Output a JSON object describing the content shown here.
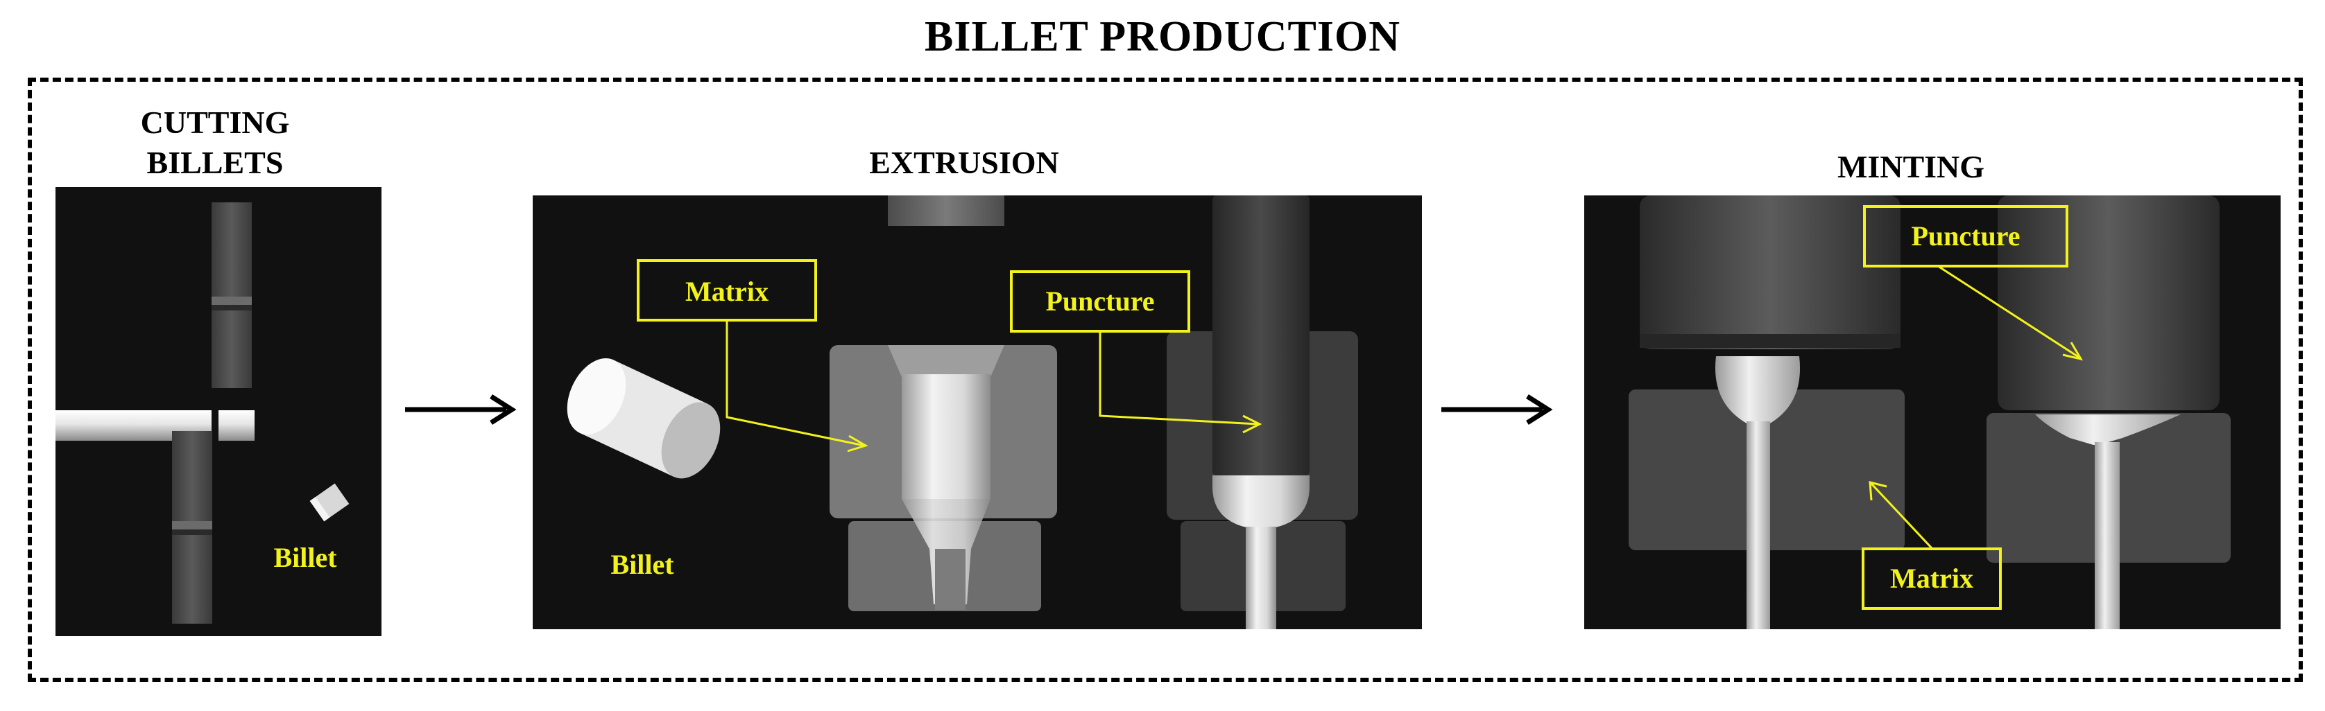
{
  "title": "BILLET PRODUCTION",
  "stages": {
    "cutting": {
      "title_line1": "CUTTING",
      "title_line2": "BILLETS",
      "billet_label": "Billet"
    },
    "extrusion": {
      "title": "EXTRUSION",
      "matrix_label": "Matrix",
      "puncture_label": "Puncture",
      "billet_label": "Billet"
    },
    "minting": {
      "title": "MINTING",
      "puncture_label": "Puncture",
      "matrix_label": "Matrix"
    }
  },
  "colors": {
    "panel_bg": "#111111",
    "label_yellow": "#f3f31b"
  }
}
